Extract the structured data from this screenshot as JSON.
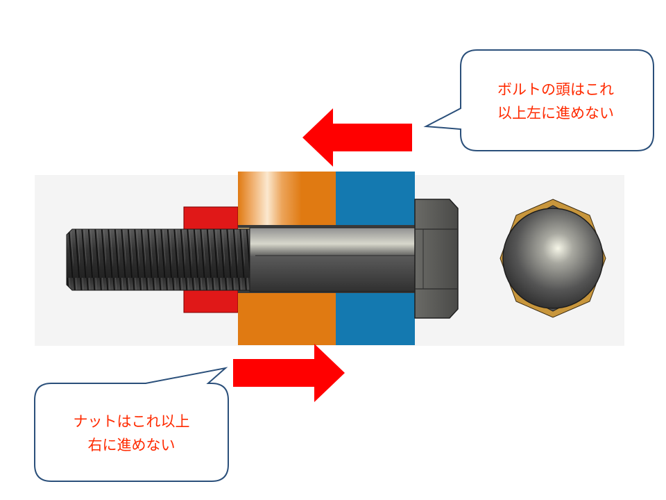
{
  "callouts": {
    "bolt_head": {
      "line1": "ボルトの頭はこれ",
      "line2": "以上左に進めない"
    },
    "nut": {
      "line1": "ナットはこれ以上",
      "line2": "右に進めない"
    }
  },
  "colors": {
    "arrow": "#ff0000",
    "washer_red": "#e01818",
    "plate_orange": "#e0780f",
    "plate_blue": "#1479b0",
    "bolt_dark": "#3c3c3c",
    "callout_border": "#2a4f7a",
    "callout_text": "#ff2a00"
  },
  "icons": {
    "arrow_left": "arrow-left-icon",
    "arrow_right": "arrow-right-icon"
  }
}
